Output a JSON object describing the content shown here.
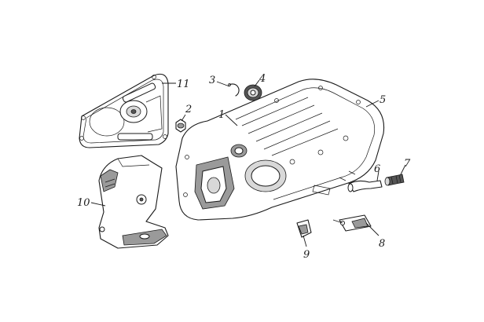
{
  "callouts": [
    {
      "id": "1",
      "label": "1"
    },
    {
      "id": "2",
      "label": "2"
    },
    {
      "id": "3",
      "label": "3"
    },
    {
      "id": "4",
      "label": "4"
    },
    {
      "id": "5",
      "label": "5"
    },
    {
      "id": "6",
      "label": "6"
    },
    {
      "id": "7",
      "label": "7"
    },
    {
      "id": "8",
      "label": "8"
    },
    {
      "id": "9",
      "label": "9"
    },
    {
      "id": "10",
      "label": "10"
    },
    {
      "id": "11",
      "label": "11"
    }
  ],
  "colors": {
    "line": "#1a1a1a",
    "shade": "#9a9a9a",
    "background": "#ffffff"
  }
}
